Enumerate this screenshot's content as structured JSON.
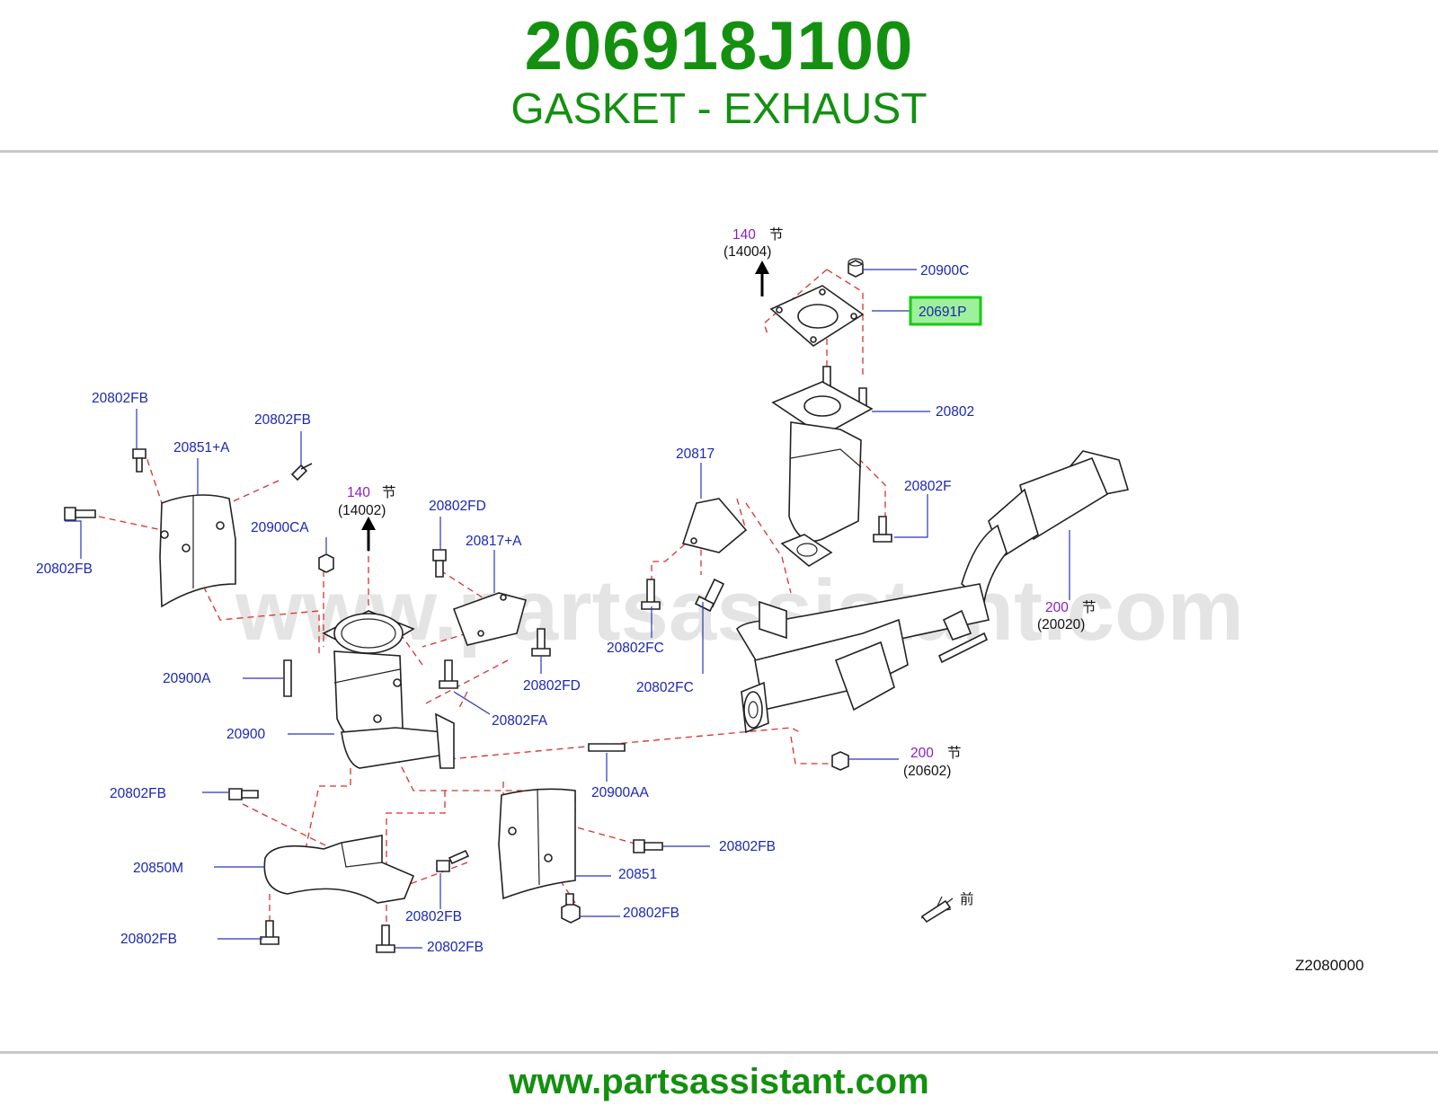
{
  "header": {
    "part_number": "206918J100",
    "part_name": "GASKET - EXHAUST"
  },
  "footer": {
    "url": "www.partsassistant.com"
  },
  "diagram": {
    "watermark": "www.partsassistant.com",
    "diagram_code": "Z2080000",
    "front_marker": "前",
    "highlighted_part": "20691P",
    "highlight_color": "#18c818",
    "labels": {
      "l_20900C": "20900C",
      "l_20691P": "20691P",
      "l_20802": "20802",
      "l_20802F": "20802F",
      "l_20817": "20817",
      "l_20802FB_a": "20802FB",
      "l_20802FB_b": "20802FB",
      "l_20802FB_c": "20802FB",
      "l_20851A": "20851+A",
      "l_20900CA": "20900CA",
      "l_20802FD_a": "20802FD",
      "l_20817A": "20817+A",
      "l_20802FC_a": "20802FC",
      "l_20802FC_b": "20802FC",
      "l_20900A": "20900A",
      "l_20802FD_b": "20802FD",
      "l_20802FA": "20802FA",
      "l_20900": "20900",
      "l_20802FB_d": "20802FB",
      "l_20900AA": "20900AA",
      "l_20850M": "20850M",
      "l_20802FB_e": "20802FB",
      "l_20802FB_f": "20802FB",
      "l_20802FB_g": "20802FB",
      "l_20851": "20851",
      "l_20802FB_h": "20802FB",
      "l_20802FB_i": "20802FB"
    },
    "section_refs": [
      {
        "num": "140",
        "char": "节",
        "code": "(14004)"
      },
      {
        "num": "140",
        "char": "节",
        "code": "(14002)"
      },
      {
        "num": "200",
        "char": "节",
        "code": "(20020)"
      },
      {
        "num": "200",
        "char": "节",
        "code": "(20602)"
      }
    ]
  }
}
